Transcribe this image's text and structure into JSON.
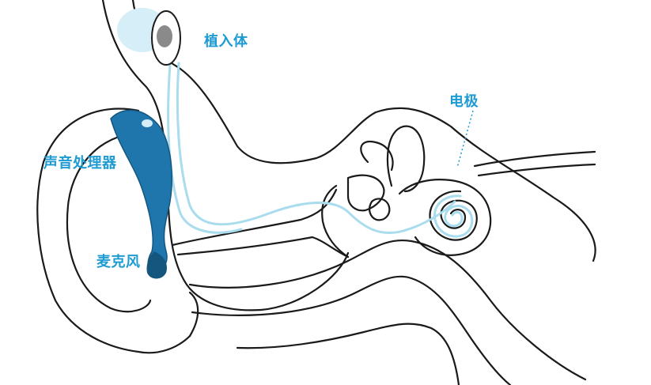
{
  "labels": {
    "implant": "植入体",
    "electrode": "电极",
    "processor": "声音处理器",
    "microphone": "麦克风"
  },
  "colors": {
    "label": "#1e9bd2",
    "processor_body": "#1f76ad",
    "processor_dark": "#15567f",
    "wire": "#a9dced",
    "implant_glow": "#d6eef8",
    "outline": "#1a1a1a"
  },
  "icons": {
    "implant": "implant-coil-icon",
    "processor": "sound-processor-icon",
    "cochlea": "cochlea-spiral-icon"
  }
}
